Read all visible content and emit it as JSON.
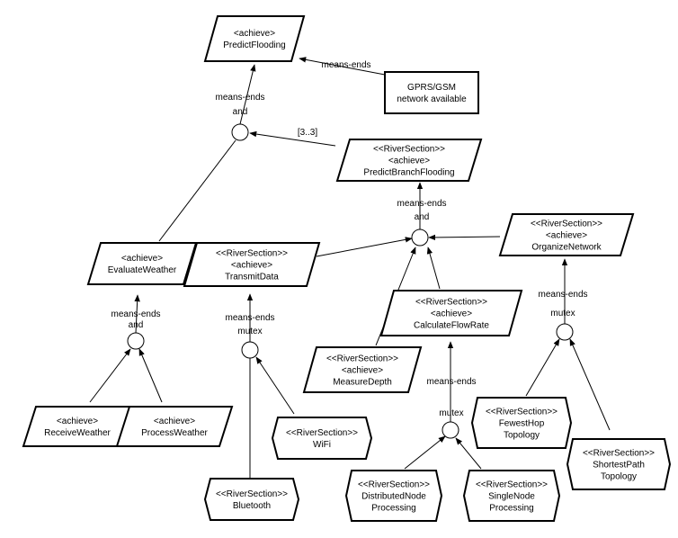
{
  "diagram": {
    "nodes": [
      {
        "id": "predict-flooding",
        "kind": "goal",
        "lines": [
          "<achieve>",
          "PredictFlooding"
        ]
      },
      {
        "id": "gprs-gsm",
        "kind": "softgoal",
        "lines": [
          "GPRS/GSM",
          "network available"
        ]
      },
      {
        "id": "predict-branch-flooding",
        "kind": "goal",
        "lines": [
          "<<RiverSection>>",
          "<achieve>",
          "PredictBranchFlooding"
        ]
      },
      {
        "id": "organize-network",
        "kind": "goal",
        "lines": [
          "<<RiverSection>>",
          "<achieve>",
          "OrganizeNetwork"
        ]
      },
      {
        "id": "evaluate-weather",
        "kind": "goal",
        "lines": [
          "<achieve>",
          "EvaluateWeather"
        ]
      },
      {
        "id": "transmit-data",
        "kind": "goal",
        "lines": [
          "<<RiverSection>>",
          "<achieve>",
          "TransmitData"
        ]
      },
      {
        "id": "calculate-flow-rate",
        "kind": "goal",
        "lines": [
          "<<RiverSection>>",
          "<achieve>",
          "CalculateFlowRate"
        ]
      },
      {
        "id": "measure-depth",
        "kind": "goal",
        "lines": [
          "<<RiverSection>>",
          "<achieve>",
          "MeasureDepth"
        ]
      },
      {
        "id": "receive-weather",
        "kind": "goal",
        "lines": [
          "<achieve>",
          "ReceiveWeather"
        ]
      },
      {
        "id": "process-weather",
        "kind": "goal",
        "lines": [
          "<achieve>",
          "ProcessWeather"
        ]
      },
      {
        "id": "wifi",
        "kind": "task",
        "lines": [
          "<<RiverSection>>",
          "WiFi"
        ]
      },
      {
        "id": "bluetooth",
        "kind": "task",
        "lines": [
          "<<RiverSection>>",
          "Bluetooth"
        ]
      },
      {
        "id": "fewest-hop-topology",
        "kind": "task",
        "lines": [
          "<<RiverSection>>",
          "FewestHop",
          "Topology"
        ]
      },
      {
        "id": "shortest-path-topology",
        "kind": "task",
        "lines": [
          "<<RiverSection>>",
          "ShortestPath",
          "Topology"
        ]
      },
      {
        "id": "distributed-node-processing",
        "kind": "task",
        "lines": [
          "<<RiverSection>>",
          "DistributedNode",
          "Processing"
        ]
      },
      {
        "id": "single-node-processing",
        "kind": "task",
        "lines": [
          "<<RiverSection>>",
          "SingleNode",
          "Processing"
        ]
      }
    ],
    "edge_labels": [
      {
        "id": "gprs-means-ends",
        "text": "means-ends"
      },
      {
        "id": "top-means-ends",
        "text": "means-ends"
      },
      {
        "id": "top-and",
        "text": "and"
      },
      {
        "id": "cardinality",
        "text": "[3..3]"
      },
      {
        "id": "branch-means-ends",
        "text": "means-ends"
      },
      {
        "id": "branch-and",
        "text": "and"
      },
      {
        "id": "evaluate-means-ends",
        "text": "means-ends"
      },
      {
        "id": "evaluate-and",
        "text": "and"
      },
      {
        "id": "transmit-means-ends",
        "text": "means-ends"
      },
      {
        "id": "transmit-mutex",
        "text": "mutex"
      },
      {
        "id": "organize-means-ends",
        "text": "means-ends"
      },
      {
        "id": "organize-mutex",
        "text": "mutex"
      },
      {
        "id": "flowrate-means-ends",
        "text": "means-ends"
      },
      {
        "id": "flowrate-mutex",
        "text": "mutex"
      }
    ]
  }
}
